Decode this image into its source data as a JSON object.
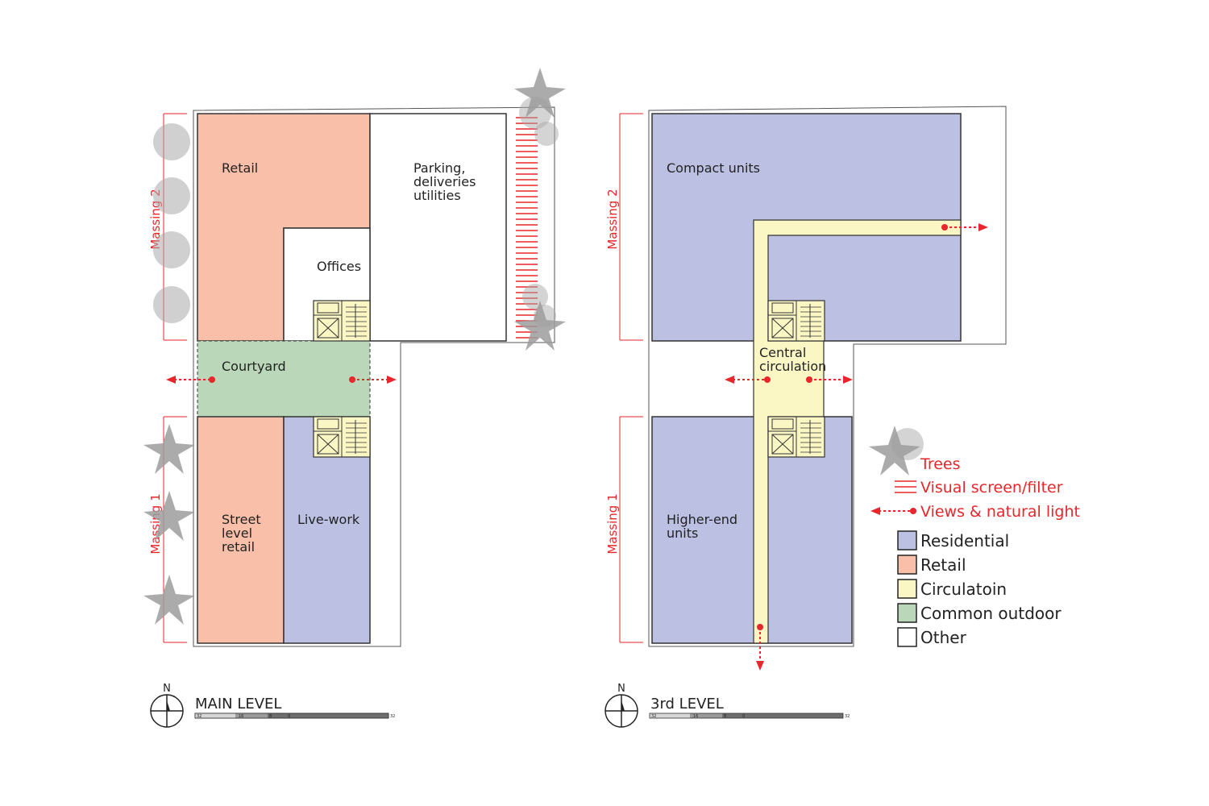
{
  "colors": {
    "residential": "#bcc1e3",
    "retail": "#fabfa8",
    "circulation": "#fbf7c5",
    "common_outdoor": "#bad8b9",
    "other": "#ffffff",
    "accent_red": "#e8262b",
    "tree_gray": "#9c9c9c"
  },
  "main_level": {
    "title": "MAIN LEVEL",
    "north_label": "N",
    "massing_top": "Massing 2",
    "massing_bottom": "Massing 1",
    "rooms": {
      "retail": "Retail",
      "parking": [
        "Parking,",
        "deliveries",
        "utilities"
      ],
      "offices": "Offices",
      "courtyard": "Courtyard",
      "street_retail": [
        "Street",
        "level",
        "retail"
      ],
      "live_work": "Live-work"
    },
    "scale_ticks": [
      "32",
      "16",
      "8",
      "0",
      "32"
    ]
  },
  "third_level": {
    "title": "3rd LEVEL",
    "north_label": "N",
    "massing_top": "Massing 2",
    "massing_bottom": "Massing 1",
    "rooms": {
      "compact": "Compact units",
      "central": [
        "Central",
        "circulation"
      ],
      "higher_end": [
        "Higher-end",
        "units"
      ]
    },
    "scale_ticks": [
      "32",
      "16",
      "8",
      "0",
      "32"
    ]
  },
  "legend": {
    "trees": "Trees",
    "visual_screen": "Visual screen/filter",
    "views": "Views & natural light",
    "residential": "Residential",
    "retail": "Retail",
    "circulation": "Circulatoin",
    "common_outdoor": "Common outdoor",
    "other": "Other"
  }
}
